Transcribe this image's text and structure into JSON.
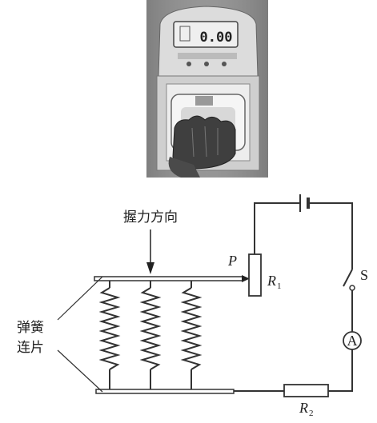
{
  "photo": {
    "display_reading": "0.00"
  },
  "labels": {
    "grip_direction": "握力方向",
    "spring_plate_line1": "弹簧",
    "spring_plate_line2": "连片",
    "slider": "P",
    "resistor1": "R",
    "resistor1_sub": "1",
    "resistor2": "R",
    "resistor2_sub": "2",
    "switch": "S",
    "ammeter": "A"
  },
  "colors": {
    "line": "#333333",
    "photo_bg": "#9a9a9a",
    "device_body": "#d9d9d9",
    "display_bg": "#eeeeee"
  },
  "icons": {
    "battery": "battery-icon",
    "ammeter": "ammeter-icon",
    "switch": "switch-icon"
  }
}
